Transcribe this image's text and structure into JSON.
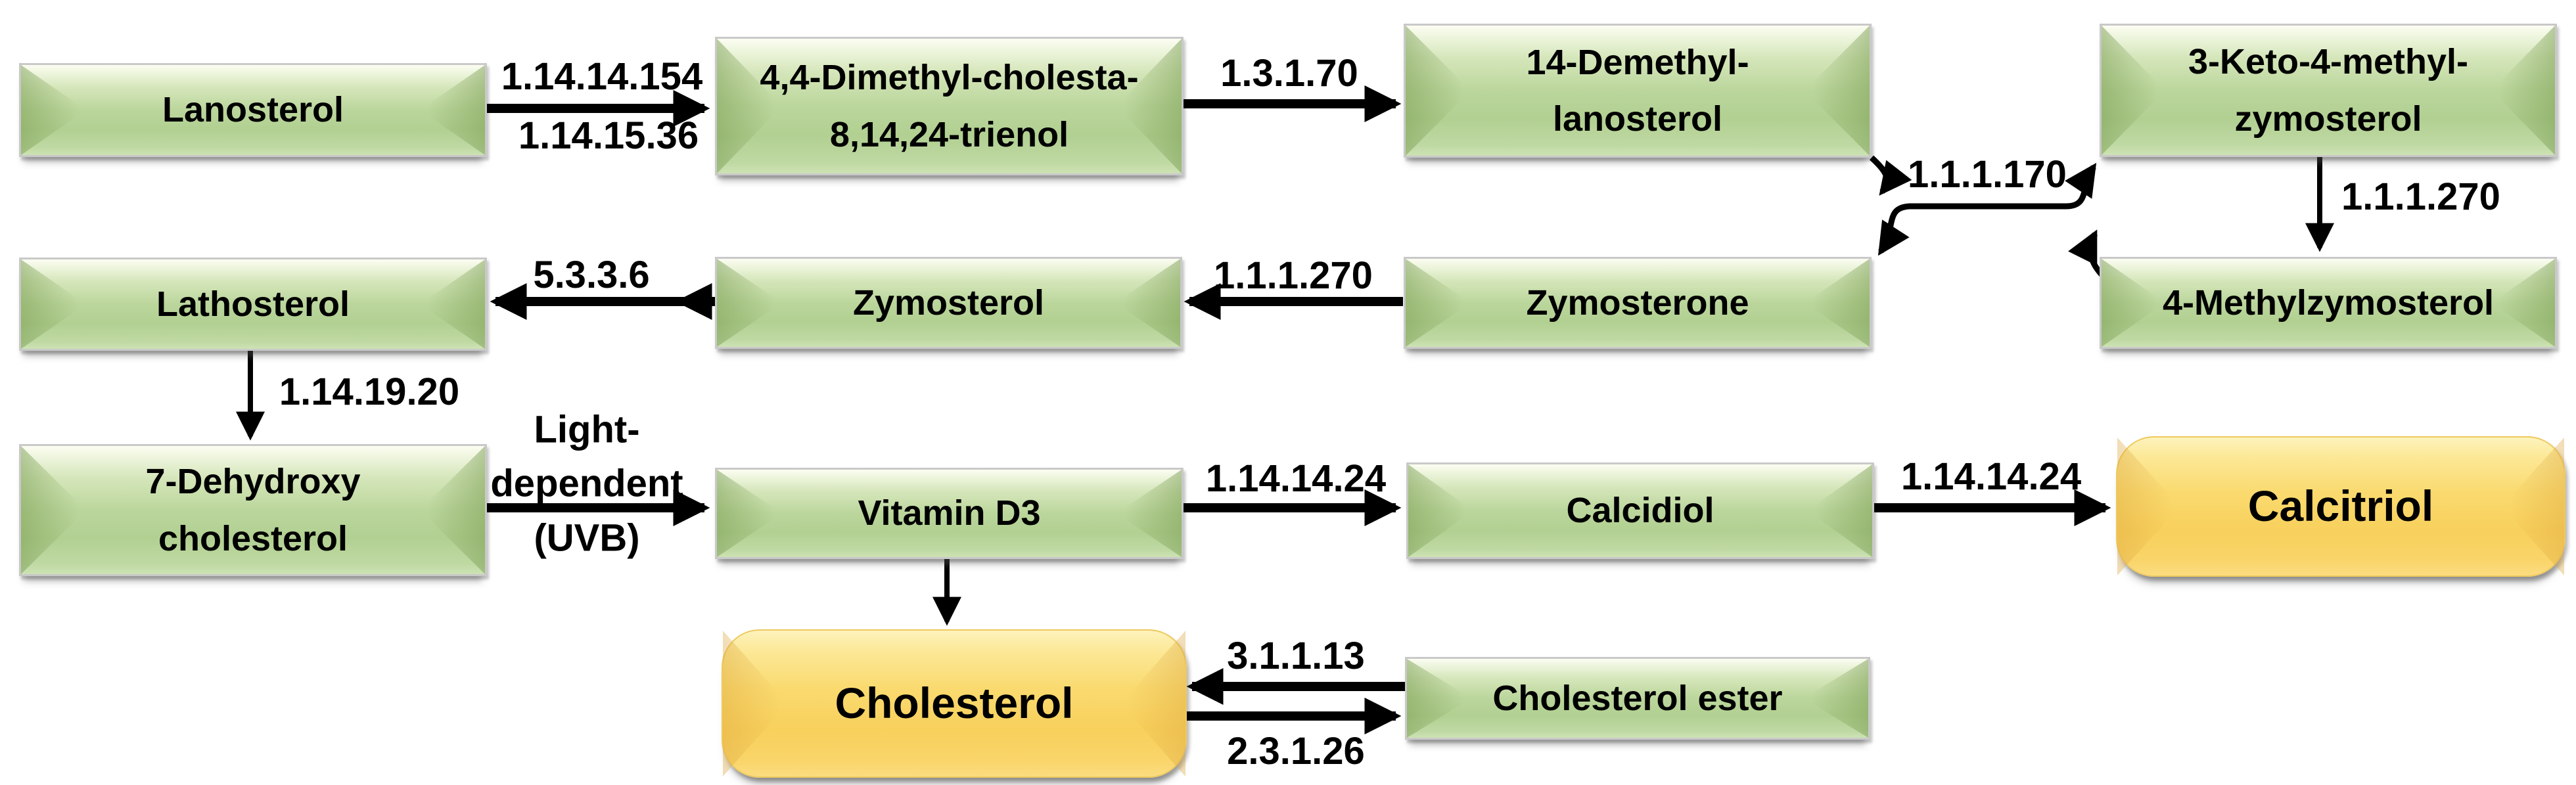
{
  "diagram": {
    "description": "Cholesterol and vitamin D biosynthesis pathway with EC numbers on reaction arrows",
    "colors": {
      "green_box": "#bbd69c",
      "yellow_box": "#f9d365",
      "arrow": "#000000",
      "box_border": "#c9c9c9",
      "text": "#000000"
    },
    "nodes": {
      "lanosterol": {
        "label": "Lanosterol",
        "style": "green"
      },
      "dimethyl_trienol": {
        "label": "4,4-Dimethyl-cholesta-\n8,14,24-trienol",
        "style": "green"
      },
      "demethyl_lanosterol": {
        "label": "14-Demethyl-\nlanosterol",
        "style": "green"
      },
      "keto_methyl_zymosterol": {
        "label": "3-Keto-4-methyl-\nzymosterol",
        "style": "green"
      },
      "lathosterol": {
        "label": "Lathosterol",
        "style": "green"
      },
      "zymosterol": {
        "label": "Zymosterol",
        "style": "green"
      },
      "zymosterone": {
        "label": "Zymosterone",
        "style": "green"
      },
      "methyl_zymosterol": {
        "label": "4-Methylzymosterol",
        "style": "green"
      },
      "dehydroxy_cholesterol": {
        "label": "7-Dehydroxy\ncholesterol",
        "style": "green"
      },
      "vitamin_d3": {
        "label": "Vitamin D3",
        "style": "green"
      },
      "calcidiol": {
        "label": "Calcidiol",
        "style": "green"
      },
      "calcitriol": {
        "label": "Calcitriol",
        "style": "yellow"
      },
      "cholesterol": {
        "label": "Cholesterol",
        "style": "yellow"
      },
      "cholesterol_ester": {
        "label": "Cholesterol ester",
        "style": "green"
      }
    },
    "edges": [
      {
        "from": "Lanosterol",
        "to": "4,4-Dimethyl-cholesta-8,14,24-trienol",
        "labels": [
          "1.14.14.154",
          "1.14.15.36"
        ]
      },
      {
        "from": "4,4-Dimethyl-cholesta-8,14,24-trienol",
        "to": "14-Demethyl-lanosterol",
        "label": "1.3.1.70"
      },
      {
        "type": "crossover",
        "label": "1.1.1.170",
        "reactions": [
          {
            "from": "14-Demethyl-lanosterol",
            "to": "3-Keto-4-methyl-zymosterol"
          },
          {
            "from": "4-Methylzymosterol",
            "to": "Zymosterone"
          }
        ]
      },
      {
        "from": "3-Keto-4-methyl-zymosterol",
        "to": "4-Methylzymosterol",
        "label": "1.1.1.270"
      },
      {
        "from": "Zymosterone",
        "to": "Zymosterol",
        "label": "1.1.1.270"
      },
      {
        "from": "Zymosterol",
        "to": "Lathosterol",
        "label": "5.3.3.6"
      },
      {
        "from": "Lathosterol",
        "to": "7-Dehydroxy cholesterol",
        "label": "1.14.19.20"
      },
      {
        "from": "7-Dehydroxy cholesterol",
        "to": "Vitamin D3",
        "label": "Light-\ndependent\n(UVB)"
      },
      {
        "from": "Vitamin D3",
        "to": "Calcidiol",
        "label": "1.14.14.24"
      },
      {
        "from": "Calcidiol",
        "to": "Calcitriol",
        "label": "1.14.14.24"
      },
      {
        "from": "Vitamin D3",
        "to": "Cholesterol",
        "label": ""
      },
      {
        "from": "Cholesterol ester",
        "to": "Cholesterol",
        "label": "3.1.1.13"
      },
      {
        "from": "Cholesterol",
        "to": "Cholesterol ester",
        "label": "2.3.1.26"
      }
    ]
  }
}
